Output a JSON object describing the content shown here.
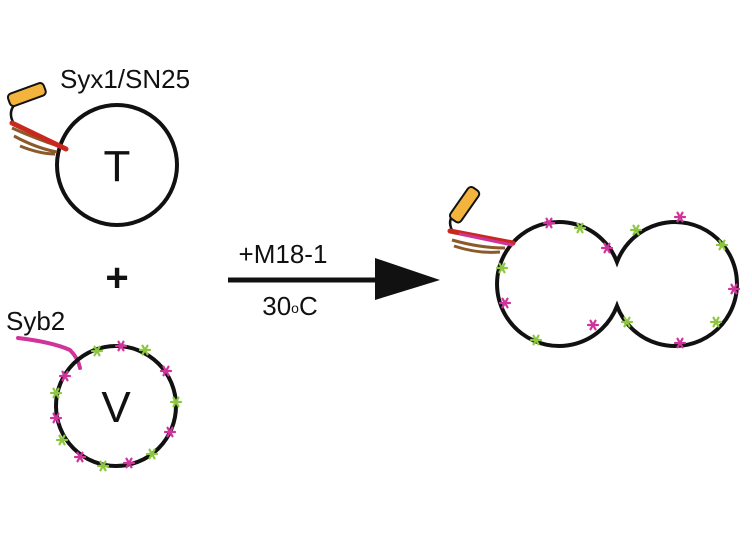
{
  "labels": {
    "t_snare_label": "Syx1/SN25",
    "t_vesicle_letter": "T",
    "plus_sign": "+",
    "v_snare_label": "Syb2",
    "v_vesicle_letter": "V",
    "reagent": "+M18-1",
    "temperature_value": "30",
    "temperature_degree": "o",
    "temperature_unit": "C"
  },
  "colors": {
    "membrane": "#111111",
    "syntaxin_habc": "#f2b43c",
    "syntaxin_helix": "#c8281e",
    "snap25": "#8b5a2b",
    "synaptobrevin": "#d0349a",
    "marker_magenta": "#d0349a",
    "marker_green": "#8dc63f",
    "arrow": "#111111"
  },
  "icons": {
    "t_snare_complex": "t-snare-icon",
    "v_snare_protein": "v-snare-icon",
    "membrane_marker": "asterisk-marker-icon",
    "reaction_arrow": "arrow-right-icon"
  }
}
